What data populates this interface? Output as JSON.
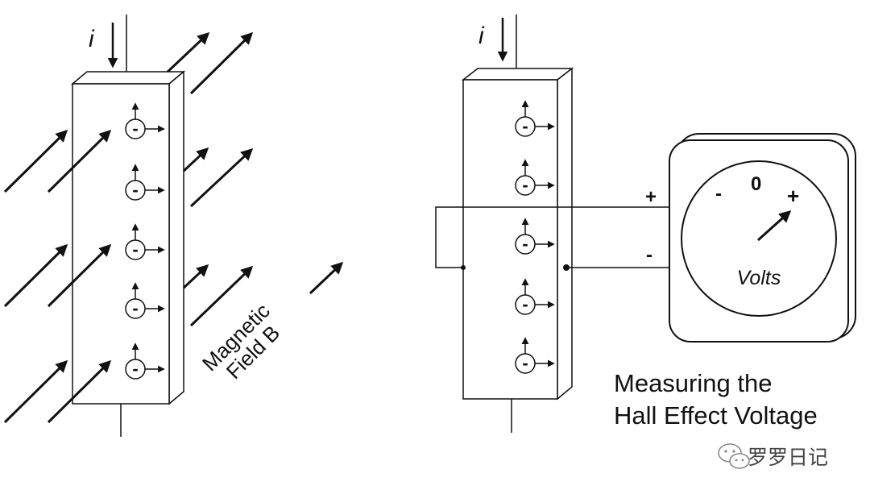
{
  "left_panel": {
    "current_label": "i",
    "field_label_line1": "Magnetic",
    "field_label_line2": "Field B",
    "carrier_sign": "-",
    "carrier_count": 5
  },
  "right_panel": {
    "current_label": "i",
    "terminal_plus": "+",
    "terminal_minus": "-",
    "carrier_sign": "-",
    "carrier_count": 5
  },
  "meter": {
    "scale_minus": "-",
    "scale_zero": "0",
    "scale_plus": "+",
    "unit_label": "Volts"
  },
  "caption": {
    "line1": "Measuring the",
    "line2": "Hall Effect Voltage"
  },
  "watermark": {
    "icon": "wechat-icon",
    "text": "罗罗日记"
  },
  "colors": {
    "ink": "#111111",
    "background": "#ffffff"
  }
}
